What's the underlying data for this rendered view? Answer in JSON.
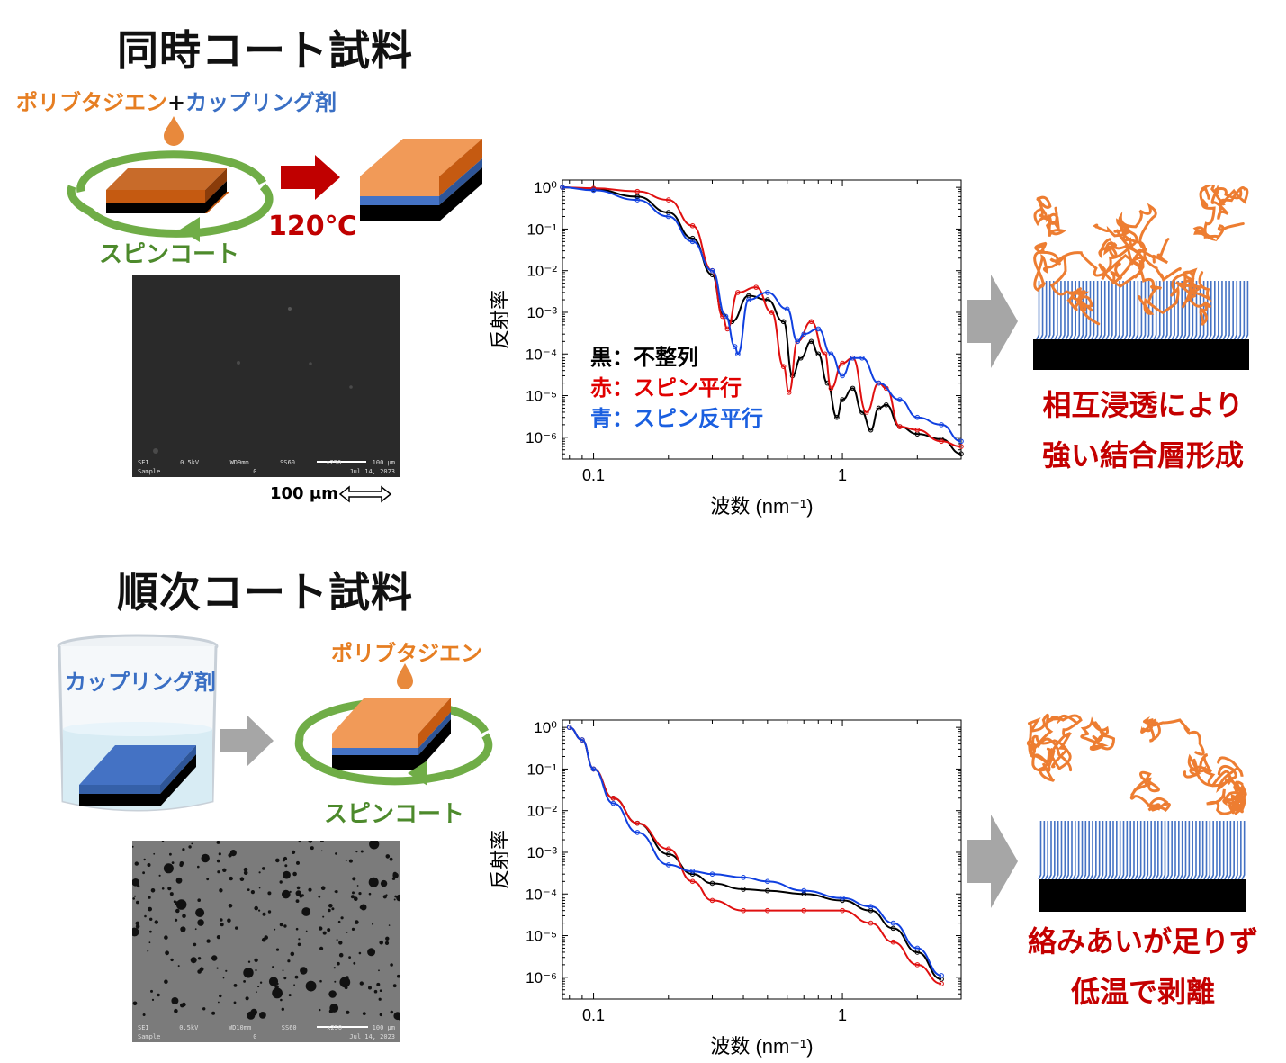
{
  "top": {
    "title": "同時コート試料",
    "recipe_part1": "ポリブタジエン",
    "recipe_plus": "+",
    "recipe_part2": "カップリング剤",
    "spin_label": "スピンコート",
    "temp_label": "120℃",
    "scale_label": "100 μm",
    "sem_info": [
      "SEI",
      "0.5kV",
      "WD9mm",
      "SS60",
      "x250",
      "100 μm",
      "0",
      "Jul 14, 2023"
    ],
    "sem_sample": "Sample",
    "conclusion_line1": "相互浸透により",
    "conclusion_line2": "強い結合層形成"
  },
  "bottom": {
    "title": "順次コート試料",
    "beaker_label": "カップリング剤",
    "drop_label": "ポリブタジエン",
    "spin_label": "スピンコート",
    "sem_info": [
      "SEI",
      "0.5kV",
      "WD10mm",
      "SS60",
      "x250",
      "100 μm",
      "0",
      "Jul 14, 2023"
    ],
    "sem_sample": "Sample",
    "conclusion_line1": "絡みあいが足りず",
    "conclusion_line2": "低温で剥離"
  },
  "legend": {
    "black": "黒：不整列",
    "red": "赤：スピン平行",
    "blue": "青：スピン反平行"
  },
  "colors": {
    "orange": "#e8893c",
    "orange_dark": "#c55a11",
    "blue": "#4472c4",
    "green": "#70ad47",
    "red": "#c00000",
    "grey": "#a6a6a6"
  },
  "chart_data": [
    {
      "type": "line",
      "title": "",
      "xlabel": "波数 (nm⁻¹)",
      "ylabel": "反射率",
      "xscale": "log",
      "yscale": "log",
      "xlim": [
        0.075,
        3.0
      ],
      "ylim": [
        3e-07,
        1.5
      ],
      "x_ticks": [
        "0.1",
        "1"
      ],
      "y_ticks": [
        "10⁰",
        "10⁻¹",
        "10⁻²",
        "10⁻³",
        "10⁻⁴",
        "10⁻⁵",
        "10⁻⁶"
      ],
      "series": [
        {
          "color": "black",
          "x": [
            0.075,
            0.1,
            0.15,
            0.2,
            0.25,
            0.3,
            0.33,
            0.36,
            0.42,
            0.5,
            0.58,
            0.63,
            0.68,
            0.75,
            0.8,
            0.87,
            0.95,
            1.0,
            1.1,
            1.2,
            1.3,
            1.4,
            1.5,
            1.7,
            2.0,
            2.5,
            3.0
          ],
          "y": [
            1,
            0.9,
            0.6,
            0.25,
            0.06,
            0.008,
            0.0009,
            0.0006,
            0.0025,
            0.002,
            0.0006,
            3e-05,
            8e-05,
            0.0002,
            0.0001,
            2e-05,
            3e-06,
            8e-06,
            1.5e-05,
            4e-06,
            1.5e-06,
            5e-06,
            6e-06,
            1.8e-06,
            1.2e-06,
            9e-07,
            4e-07
          ]
        },
        {
          "color": "red",
          "x": [
            0.075,
            0.1,
            0.15,
            0.2,
            0.25,
            0.3,
            0.33,
            0.345,
            0.38,
            0.45,
            0.52,
            0.58,
            0.61,
            0.66,
            0.75,
            0.85,
            0.9,
            1.0,
            1.1,
            1.25,
            1.4,
            1.5,
            1.7,
            2.0,
            2.5,
            3.0
          ],
          "y": [
            1,
            0.95,
            0.8,
            0.5,
            0.12,
            0.01,
            0.0008,
            0.0004,
            0.003,
            0.004,
            0.001,
            5e-05,
            1.2e-05,
            0.0002,
            0.0006,
            0.0001,
            1.5e-05,
            6e-05,
            8e-05,
            4e-06,
            2e-05,
            1.5e-05,
            1.8e-06,
            1.5e-06,
            8e-07,
            6e-07
          ]
        },
        {
          "color": "blue",
          "x": [
            0.075,
            0.1,
            0.15,
            0.2,
            0.25,
            0.3,
            0.34,
            0.37,
            0.38,
            0.42,
            0.5,
            0.6,
            0.66,
            0.7,
            0.8,
            0.9,
            1.0,
            1.1,
            1.2,
            1.4,
            1.7,
            2.0,
            2.5,
            3.0
          ],
          "y": [
            1,
            0.85,
            0.5,
            0.2,
            0.05,
            0.01,
            0.0008,
            0.00015,
            0.0001,
            0.002,
            0.003,
            0.0012,
            0.0002,
            0.0003,
            0.0004,
            0.0001,
            3e-05,
            8e-05,
            8e-05,
            2e-05,
            8e-06,
            3e-06,
            2e-06,
            8e-07
          ]
        }
      ]
    },
    {
      "type": "line",
      "title": "",
      "xlabel": "波数 (nm⁻¹)",
      "ylabel": "反射率",
      "xscale": "log",
      "yscale": "log",
      "xlim": [
        0.075,
        3.0
      ],
      "ylim": [
        3e-07,
        1.5
      ],
      "x_ticks": [
        "0.1",
        "1"
      ],
      "y_ticks": [
        "10⁰",
        "10⁻¹",
        "10⁻²",
        "10⁻³",
        "10⁻⁴",
        "10⁻⁵",
        "10⁻⁶"
      ],
      "series": [
        {
          "color": "black",
          "x": [
            0.08,
            0.09,
            0.1,
            0.12,
            0.15,
            0.2,
            0.25,
            0.3,
            0.4,
            0.5,
            0.7,
            1.0,
            1.3,
            1.6,
            2.0,
            2.5
          ],
          "y": [
            1,
            0.5,
            0.1,
            0.02,
            0.005,
            0.0009,
            0.0003,
            0.00018,
            0.00013,
            0.00012,
            0.0001,
            7e-05,
            4e-05,
            1.5e-05,
            4e-06,
            9e-07
          ]
        },
        {
          "color": "red",
          "x": [
            0.08,
            0.09,
            0.1,
            0.12,
            0.15,
            0.2,
            0.25,
            0.3,
            0.4,
            0.5,
            0.7,
            1.0,
            1.3,
            1.6,
            2.0,
            2.5
          ],
          "y": [
            1,
            0.5,
            0.1,
            0.02,
            0.005,
            0.0012,
            0.0002,
            7e-05,
            4e-05,
            4e-05,
            4e-05,
            4e-05,
            2e-05,
            7e-06,
            2e-06,
            7e-07
          ]
        },
        {
          "color": "blue",
          "x": [
            0.08,
            0.09,
            0.1,
            0.12,
            0.15,
            0.2,
            0.25,
            0.3,
            0.4,
            0.5,
            0.7,
            1.0,
            1.3,
            1.6,
            2.0,
            2.5
          ],
          "y": [
            1,
            0.5,
            0.1,
            0.015,
            0.003,
            0.0005,
            0.00035,
            0.0003,
            0.00025,
            0.0002,
            0.00012,
            8e-05,
            5e-05,
            2e-05,
            5e-06,
            1.1e-06
          ]
        }
      ]
    }
  ]
}
